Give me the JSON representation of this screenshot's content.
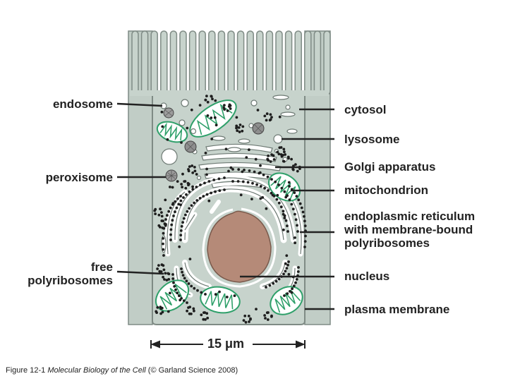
{
  "labels": {
    "endosome": "endosome",
    "peroxisome": "peroxisome",
    "free_line1": "free",
    "free_line2": "polyribosomes",
    "cytosol": "cytosol",
    "lysosome": "lysosome",
    "golgi": "Golgi apparatus",
    "mitochondrion": "mitochondrion",
    "er_line1": "endoplasmic reticulum",
    "er_line2": "with membrane-bound",
    "er_line3": "polyribosomes",
    "nucleus": "nucleus",
    "plasma_membrane": "plasma membrane"
  },
  "scale_bar": {
    "text": "15 μm"
  },
  "caption": {
    "prefix": "Figure 12-1 ",
    "title": "Molecular Biology of the Cell",
    "suffix": " (© Garland Science 2008)"
  },
  "colors": {
    "cytoplasm": "#c7d3cc",
    "neighbor_cell": "#c1cdc6",
    "membrane_outline": "#7f8b85",
    "nucleus": "#b58a78",
    "mitochondrion_green": "#2fa06a",
    "ribosome": "#1e1e1e"
  }
}
